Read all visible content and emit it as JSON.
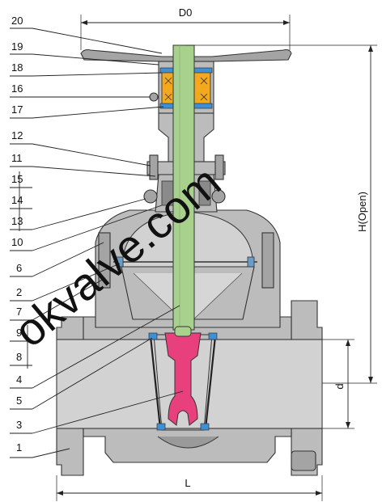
{
  "diagram": {
    "callouts": [
      {
        "id": "c20",
        "text": "20"
      },
      {
        "id": "c19",
        "text": "19"
      },
      {
        "id": "c18",
        "text": "18"
      },
      {
        "id": "c16",
        "text": "16"
      },
      {
        "id": "c17",
        "text": "17"
      },
      {
        "id": "c12",
        "text": "12"
      },
      {
        "id": "c11",
        "text": "11"
      },
      {
        "id": "c15",
        "text": "15"
      },
      {
        "id": "c14",
        "text": "14"
      },
      {
        "id": "c13",
        "text": "13"
      },
      {
        "id": "c10",
        "text": "10"
      },
      {
        "id": "c6",
        "text": "6"
      },
      {
        "id": "c2",
        "text": "2"
      },
      {
        "id": "c7",
        "text": "7"
      },
      {
        "id": "c9",
        "text": "9"
      },
      {
        "id": "c8",
        "text": "8"
      },
      {
        "id": "c4",
        "text": "4"
      },
      {
        "id": "c5",
        "text": "5"
      },
      {
        "id": "c3",
        "text": "3"
      },
      {
        "id": "c1",
        "text": "1"
      }
    ],
    "dimensions": {
      "top": "D0",
      "right": "H(Open)",
      "bore": "d",
      "bottom": "L"
    },
    "watermark": "okvalve.com",
    "colors": {
      "body": "#bcbcbc",
      "stem": "#a9d18e",
      "wedge": "#e8407c",
      "packing": "#f4a81d",
      "seal": "#3f8fd6"
    }
  }
}
